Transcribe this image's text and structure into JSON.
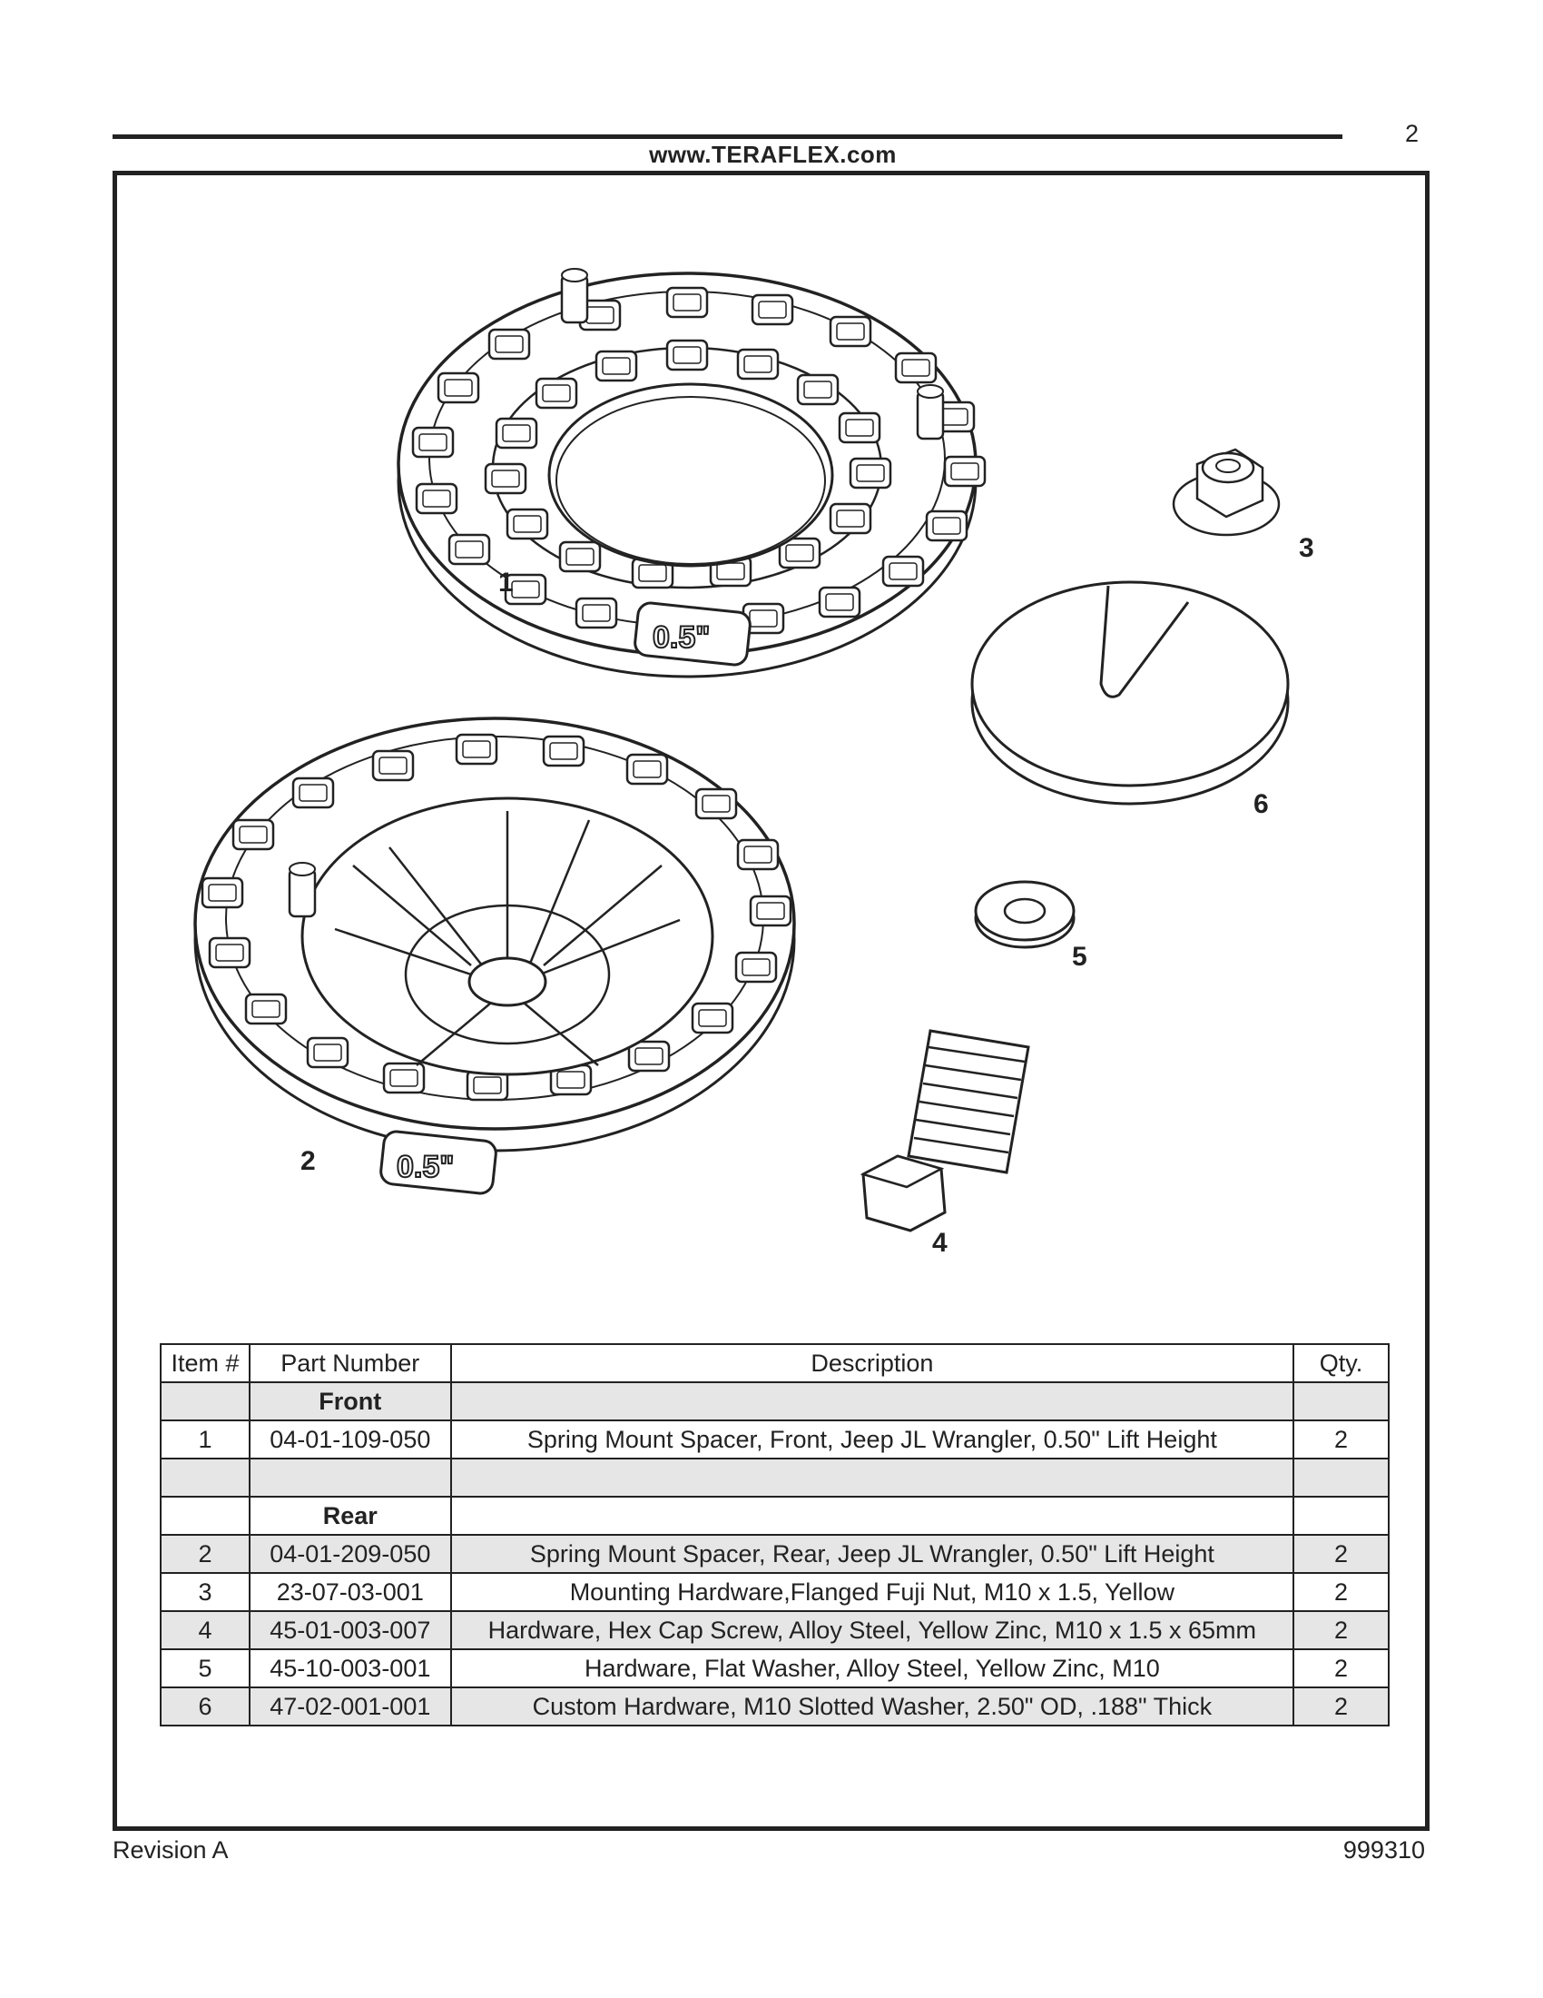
{
  "header": {
    "page_number": "2",
    "website": "www.TERAFLEX.com"
  },
  "diagram": {
    "callouts": [
      "1",
      "2",
      "3",
      "4",
      "5",
      "6"
    ],
    "spacer_marking": "0.5\""
  },
  "parts_table": {
    "columns": [
      "Item #",
      "Part Number",
      "Description",
      "Qty."
    ],
    "rows": [
      {
        "item": "",
        "part": "Front",
        "desc": "",
        "qty": ""
      },
      {
        "item": "1",
        "part": "04-01-109-050",
        "desc": "Spring Mount Spacer, Front, Jeep JL Wrangler, 0.50\" Lift Height",
        "qty": "2"
      },
      {
        "item": "",
        "part": "",
        "desc": "",
        "qty": ""
      },
      {
        "item": "",
        "part": "Rear",
        "desc": "",
        "qty": ""
      },
      {
        "item": "2",
        "part": "04-01-209-050",
        "desc": "Spring Mount Spacer, Rear, Jeep JL Wrangler, 0.50\" Lift Height",
        "qty": "2"
      },
      {
        "item": "3",
        "part": "23-07-03-001",
        "desc": "Mounting Hardware,Flanged Fuji Nut, M10 x 1.5, Yellow",
        "qty": "2"
      },
      {
        "item": "4",
        "part": "45-01-003-007",
        "desc": "Hardware, Hex Cap Screw, Alloy Steel, Yellow Zinc, M10 x 1.5 x 65mm",
        "qty": "2"
      },
      {
        "item": "5",
        "part": "45-10-003-001",
        "desc": "Hardware, Flat Washer, Alloy Steel, Yellow Zinc, M10",
        "qty": "2"
      },
      {
        "item": "6",
        "part": "47-02-001-001",
        "desc": "Custom Hardware, M10 Slotted Washer, 2.50\" OD, .188\" Thick",
        "qty": "2"
      }
    ]
  },
  "footer": {
    "revision": "Revision A",
    "doc_number": "999310"
  }
}
